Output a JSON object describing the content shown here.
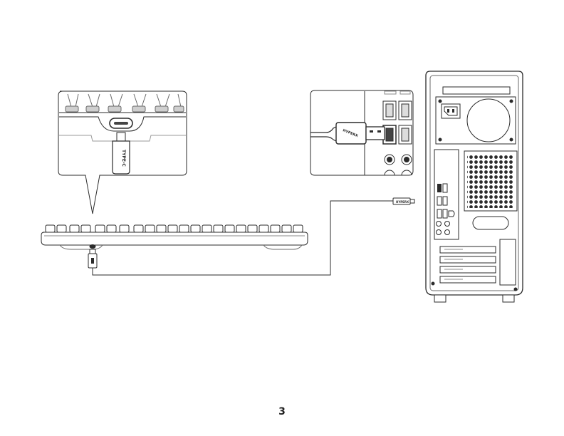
{
  "page": {
    "number": "3"
  },
  "labels": {
    "connector_type": "TYPE-C",
    "cable_brand": "HYPERX",
    "cable_brand_small": "HYPERX"
  },
  "colors": {
    "line": "#2b2b2b",
    "gray": "#8a8a8a",
    "background": "#ffffff"
  }
}
